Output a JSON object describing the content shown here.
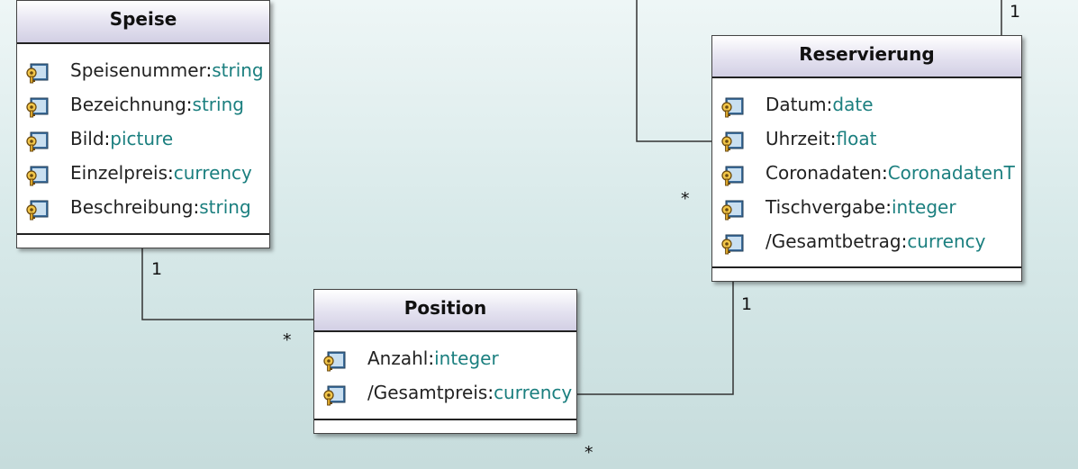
{
  "classes": {
    "speise": {
      "name": "Speise",
      "attributes": [
        {
          "name": "Speisenummer",
          "type": "string"
        },
        {
          "name": "Bezeichnung",
          "type": "string"
        },
        {
          "name": "Bild",
          "type": "picture"
        },
        {
          "name": "Einzelpreis",
          "type": "currency"
        },
        {
          "name": "Beschreibung",
          "type": "string"
        }
      ]
    },
    "reservierung": {
      "name": "Reservierung",
      "attributes": [
        {
          "name": "Datum",
          "type": "date"
        },
        {
          "name": "Uhrzeit",
          "type": "float"
        },
        {
          "name": "Coronadaten",
          "type": "CoronadatenT"
        },
        {
          "name": "Tischvergabe",
          "type": "integer"
        },
        {
          "name": "/Gesamtbetrag",
          "type": "currency"
        }
      ]
    },
    "position": {
      "name": "Position",
      "attributes": [
        {
          "name": "Anzahl",
          "type": "integer"
        },
        {
          "name": "/Gesamtpreis",
          "type": "currency"
        }
      ]
    }
  },
  "multiplicities": {
    "reservierung_top": "1",
    "reservierung_left": "*",
    "reservierung_bottom": "1",
    "speise_bottom": "1",
    "position_left": "*",
    "position_bottom": "*"
  },
  "colors": {
    "type_text": "#1b7f7f",
    "header_gradient_end": "#d2cfe4",
    "background": "#d9eaea"
  },
  "icons": {
    "attribute": "key-icon"
  }
}
